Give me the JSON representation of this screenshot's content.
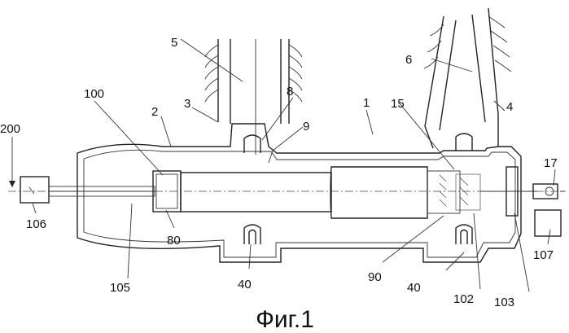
{
  "figure": {
    "caption": "Фиг.1",
    "labels": {
      "l200": "200",
      "l106": "106",
      "l105": "105",
      "l100": "100",
      "l2": "2",
      "l3": "3",
      "l5": "5",
      "l8": "8",
      "l9": "9",
      "l1": "1",
      "l15": "15",
      "l6": "6",
      "l4": "4",
      "l17": "17",
      "l107": "107",
      "l80": "80",
      "l40a": "40",
      "l40b": "40",
      "l90": "90",
      "l102": "102",
      "l103": "103"
    }
  }
}
